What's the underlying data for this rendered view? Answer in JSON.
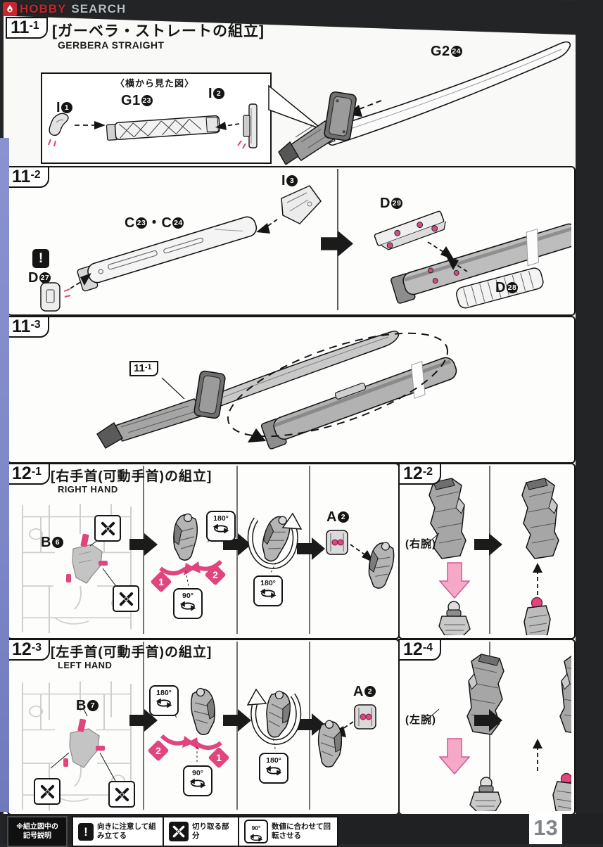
{
  "logo": {
    "hobby": "HOBBY",
    "search": "SEARCH"
  },
  "page_number": "13",
  "colors": {
    "pink": "#e0457e",
    "light_pink": "#f5a8c7",
    "logo_red": "#c4272e",
    "binding_blue": "#7d88c7"
  },
  "sections": {
    "s111": {
      "tab_main": "11",
      "tab_sub": "-1",
      "title_jp": "[ガーベラ・ストレートの組立]",
      "title_en": "GERBERA STRAIGHT",
      "inset_caption": "〈横から見た図〉",
      "i1_letter": "I",
      "i1_num": "1",
      "g1_letter": "G1",
      "g1_num": "23",
      "i2_letter": "I",
      "i2_num": "2",
      "g2_letter": "G2",
      "g2_num": "24"
    },
    "s112": {
      "tab_main": "11",
      "tab_sub": "-2",
      "warning_glyph": "!",
      "i3_letter": "I",
      "i3_num": "3",
      "c_letter1": "C",
      "c_num1": "23",
      "c_sep": "・",
      "c_letter2": "C",
      "c_num2": "24",
      "d27_letter": "D",
      "d27_num": "27",
      "d29_letter": "D",
      "d29_num": "29",
      "d28_letter": "D",
      "d28_num": "28"
    },
    "s113": {
      "tab_main": "11",
      "tab_sub": "-3",
      "ref_main": "11",
      "ref_sub": "-1"
    },
    "s121": {
      "tab_main": "12",
      "tab_sub": "-1",
      "title_jp": "[右手首(可動手首)の組立]",
      "title_en": "RIGHT HAND",
      "b_letter": "B",
      "b_num": "6",
      "a_letter": "A",
      "a_num": "2",
      "badge_180": "180°",
      "badge_90": "90°",
      "step1": "1",
      "step2": "2"
    },
    "s122": {
      "tab_main": "12",
      "tab_sub": "-2",
      "arm_label": "(右腕)"
    },
    "s123": {
      "tab_main": "12",
      "tab_sub": "-3",
      "title_jp": "[左手首(可動手首)の組立]",
      "title_en": "LEFT HAND",
      "b_letter": "B",
      "b_num": "7",
      "a_letter": "A",
      "a_num": "2",
      "badge_180": "180°",
      "badge_90": "90°",
      "step1": "1",
      "step2": "2"
    },
    "s124": {
      "tab_main": "12",
      "tab_sub": "-4",
      "arm_label": "(左腕)"
    }
  },
  "legend": {
    "title_line1": "※組立図中の",
    "title_line2": "記号説明",
    "warning_glyph": "!",
    "item1": "向きに注意して組み立てる",
    "item2": "切り取る部分",
    "item3": "数値に合わせて回転させる",
    "item3_badge": "90°"
  }
}
